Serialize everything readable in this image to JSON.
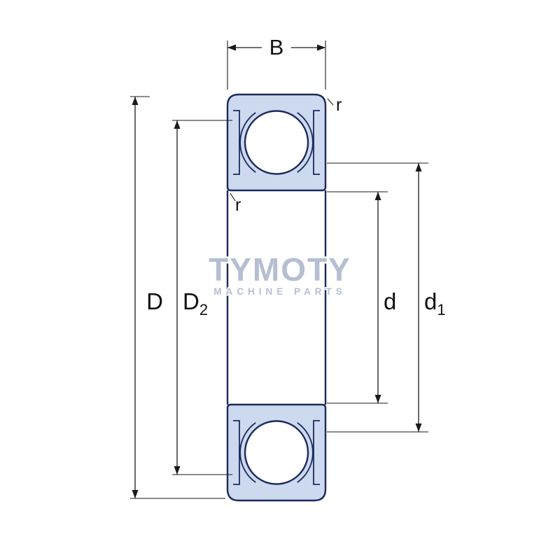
{
  "diagram": {
    "type": "deep-groove-ball-bearing-cross-section",
    "labels": {
      "width": "B",
      "corner_radius": "r",
      "outer_diameter": "D",
      "d2_main": "D",
      "d2_sub": "2",
      "bore_diameter": "d",
      "d1_main": "d",
      "d1_sub": "1"
    },
    "watermark": {
      "title": "TYMOTY",
      "subtitle": "MACHINE PARTS"
    },
    "colors": {
      "background": "#ffffff",
      "bearing_fill": "#cdd9ef",
      "bearing_outline": "#1b2a5c",
      "dimension_lines": "#1a1a1a",
      "watermark_text": "#b5bfd1"
    }
  }
}
